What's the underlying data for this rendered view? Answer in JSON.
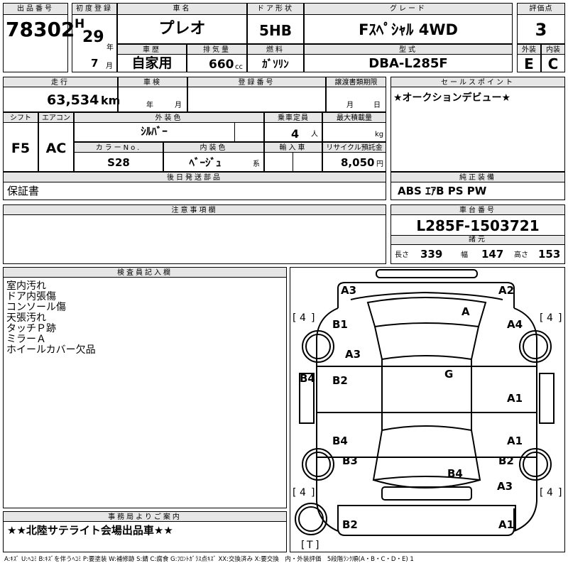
{
  "sheet": {
    "lot_label": "出品番号",
    "lot_number": "78302",
    "first_reg_label": "初度登録",
    "era": "H",
    "year": "29",
    "year_unit": "年",
    "month": "7",
    "month_unit": "月",
    "car_name_label": "車名",
    "car_name": "プレオ",
    "door_label": "ドア形状",
    "door": "5HB",
    "grade_label": "グレード",
    "grade": "Fｽﾍﾟｼｬﾙ 4WD",
    "score_label": "評価点",
    "score": "3",
    "history_label": "車歴",
    "history": "自家用",
    "displacement_label": "排気量",
    "displacement": "660",
    "displacement_unit": "cc",
    "fuel_label": "燃料",
    "fuel": "ｶﾞｿﾘﾝ",
    "model_label": "型式",
    "model": "DBA-L285F",
    "exterior_label": "外装",
    "exterior": "E",
    "interior_label": "内装",
    "interior": "C"
  },
  "row2": {
    "mileage_label": "走行",
    "mileage": "63,534",
    "mileage_unit": "km",
    "inspection_label": "車検",
    "inspection_year_unit": "年",
    "inspection_month_unit": "月",
    "registration_label": "登録番号",
    "transfer_label": "譲渡書類期限",
    "transfer_month_unit": "月",
    "transfer_day_unit": "日",
    "selling_point_label": "セールスポイント",
    "selling_point": "★オークションデビュー★",
    "shift_label": "シフト",
    "shift": "F5",
    "ac_label": "エアコン",
    "ac": "AC",
    "ext_color_label": "外装色",
    "ext_color": "ｼﾙﾊﾞｰ",
    "capacity_label": "乗車定員",
    "capacity": "4",
    "capacity_unit": "人",
    "max_load_label": "最大積載量",
    "max_load_unit": "kg",
    "color_no_label": "カラーNo.",
    "color_no": "S28",
    "int_color_label": "内装色",
    "int_color": "ﾍﾞｰｼﾞｭ",
    "int_color_suffix": "系",
    "import_label": "輸入車",
    "recycle_label": "リサイクル預託金",
    "recycle": "8,050",
    "recycle_unit": "円"
  },
  "parts": {
    "label": "後日発送部品",
    "value": "保証書"
  },
  "equipment": {
    "label": "純正装備",
    "value": "ABS ｴｱB PS PW"
  },
  "notes": {
    "label": "注意事項欄"
  },
  "chassis": {
    "label": "車台番号",
    "value": "L285F-1503721"
  },
  "specs": {
    "label": "諸元",
    "length_label": "長さ",
    "length": "339",
    "width_label": "幅",
    "width": "147",
    "height_label": "高さ",
    "height": "153"
  },
  "inspector": {
    "label": "検査員記入欄",
    "lines": [
      "室内汚れ",
      "ドア内張傷",
      "コンソール傷",
      "天張汚れ",
      "タッチＰ跡",
      "ミラーＡ",
      "ホイールカバー欠品"
    ]
  },
  "diagram": {
    "marks": {
      "a3_top_left": "A3",
      "a2_top_right": "A2",
      "a_windshield": "A",
      "b1_front_left": "B1",
      "a4_front_right": "A4",
      "a3_hood": "A3",
      "g_roof": "G",
      "b4_left_side": "B4",
      "b2_front_door": "B2",
      "a1_front_door": "A1",
      "b4_rear_door": "B4",
      "a1_rear_door": "A1",
      "b3_rear_left": "B3",
      "b2_rear_right": "B2",
      "b4_rear": "B4",
      "a3_rear_right": "A3",
      "b2_bottom_left": "B2",
      "a1_bottom_right": "A1"
    },
    "tire_fl": "4",
    "tire_fr": "4",
    "tire_rl": "4",
    "tire_rr": "4",
    "spare": "T"
  },
  "office": {
    "label": "事務局よりご案内",
    "message": "★★北陸サテライト会場出品車★★"
  },
  "legend": "A:ｷｽﾞ U:ﾍｺﾐ B:ｷｽﾞを伴うﾍｺﾐ P:要塗装 W:補修跡 S:錆 C:腐食 G:ﾌﾛﾝﾄｶﾞﾗｽ点ｷｽﾞ XX:交換済み X:要交換　内・外装評価　5段階ﾗﾝｸ順(A・B・C・D・E) 1"
}
